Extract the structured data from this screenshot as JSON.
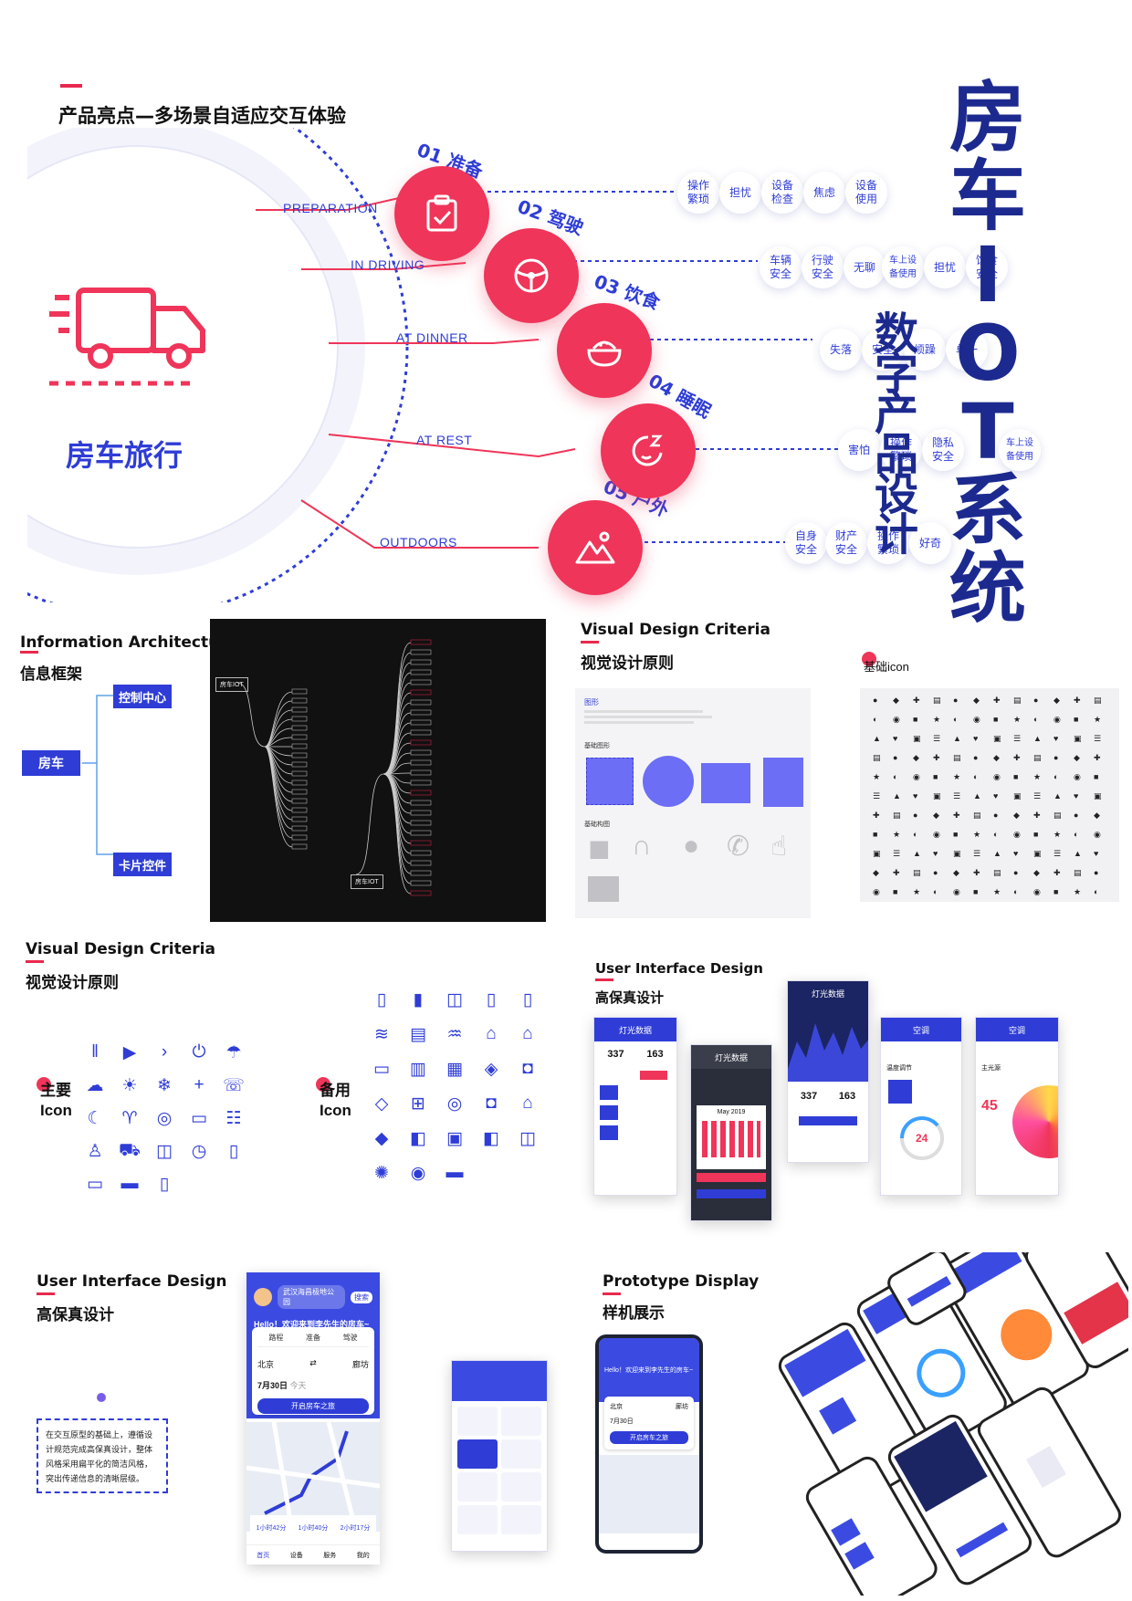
{
  "hero": {
    "title": "产品亮点—多场景自适应交互体验",
    "center_label": "房车旅行",
    "tracks": [
      {
        "en": "PREPARATION",
        "step": "01 准备",
        "icon": "clipboard-check-icon",
        "bubbles": [
          "操作\n繁琐",
          "担忧",
          "设备\n检查",
          "焦虑",
          "设备\n使用"
        ]
      },
      {
        "en": "IN DRIVING",
        "step": "02 驾驶",
        "icon": "steering-wheel-icon",
        "bubbles": [
          "车辆\n安全",
          "行驶\n安全",
          "无聊",
          "车上设\n备使用",
          "担忧",
          "饮食\n安全"
        ]
      },
      {
        "en": "AT DINNER",
        "step": "03 饮食",
        "icon": "food-bowl-icon",
        "bubbles": [
          "失落",
          "安全",
          "烦躁",
          "单一"
        ]
      },
      {
        "en": "AT REST",
        "step": "04 睡眠",
        "icon": "sleep-icon",
        "bubbles": [
          "害怕",
          "操作\n繁琐",
          "隐私\n安全",
          "车上设\n备使用"
        ]
      },
      {
        "en": "OUTDOORS",
        "step": "05 户外",
        "icon": "mountain-icon",
        "bubbles": [
          "自身\n安全",
          "财产\n安全",
          "操作\n繁琐",
          "好奇"
        ]
      }
    ],
    "vertical_title": "房车IOT系统",
    "vertical_subtitle": "数字产品设计"
  },
  "info_arch": {
    "title_en": "Information Architecture",
    "title_cn": "信息框架",
    "root": "房车",
    "branch_top": "控制中心",
    "branch_bottom": "卡片控件",
    "mindmap_root_a": "房车IOT",
    "mindmap_root_b": "房车IOT"
  },
  "visual_criteria_1": {
    "title_en": "Visual Design Criteria",
    "title_cn": "视觉设计原则",
    "sheet_heading": "图形",
    "sheet_sub": "基础图形",
    "sheet_sub2": "基础构图",
    "basic_icon_label": "基础icon"
  },
  "visual_criteria_2": {
    "title_en": "Visual Design Criteria",
    "title_cn": "视觉设计原则",
    "main_icon_label": "主要\nIcon",
    "spare_icon_label": "备用\nIcon"
  },
  "ui_design_1": {
    "title_en": "User Interface Design",
    "title_cn": "高保真设计",
    "screens": [
      {
        "title": "灯光数据",
        "v1": "337",
        "v2": "163"
      },
      {
        "title": "灯光数据",
        "month": "May 2019"
      },
      {
        "title": "灯光数据",
        "v1": "337",
        "v2": "163"
      },
      {
        "title": "空调",
        "label": "温度调节",
        "temp": "24"
      },
      {
        "title": "空调",
        "label": "主光源",
        "temp": "45"
      }
    ]
  },
  "ui_design_2": {
    "title_en": "User Interface Design",
    "title_cn": "高保真设计",
    "description": "在交互原型的基础上，遵循设计规范完成高保真设计，整体风格采用扁平化的简洁风格，突出传递信息的清晰层级。",
    "greeting": "Hello！欢迎来到李先生的房车~",
    "location": "武汉海昌极地公园",
    "search": "搜索",
    "tabs": [
      "路程",
      "准备",
      "驾驶"
    ],
    "from": "北京",
    "to": "廊坊",
    "date": "7月30日",
    "date_sub": "今天",
    "start_button": "开启房车之旅",
    "stats": [
      "1小时42分",
      "1小时40分",
      "2小时17分"
    ],
    "nav": [
      "首页",
      "设备",
      "服务",
      "我的"
    ]
  },
  "prototype": {
    "title_en": "Prototype Display",
    "title_cn": "样机展示",
    "greeting": "Hello！欢迎来到李先生的房车~",
    "start_button": "开启房车之旅",
    "from": "北京",
    "to": "廊坊",
    "date": "7月30日"
  },
  "colors": {
    "brand_blue": "#2f3dd6",
    "accent_red": "#ef3559",
    "navy": "#1c2a8f"
  }
}
